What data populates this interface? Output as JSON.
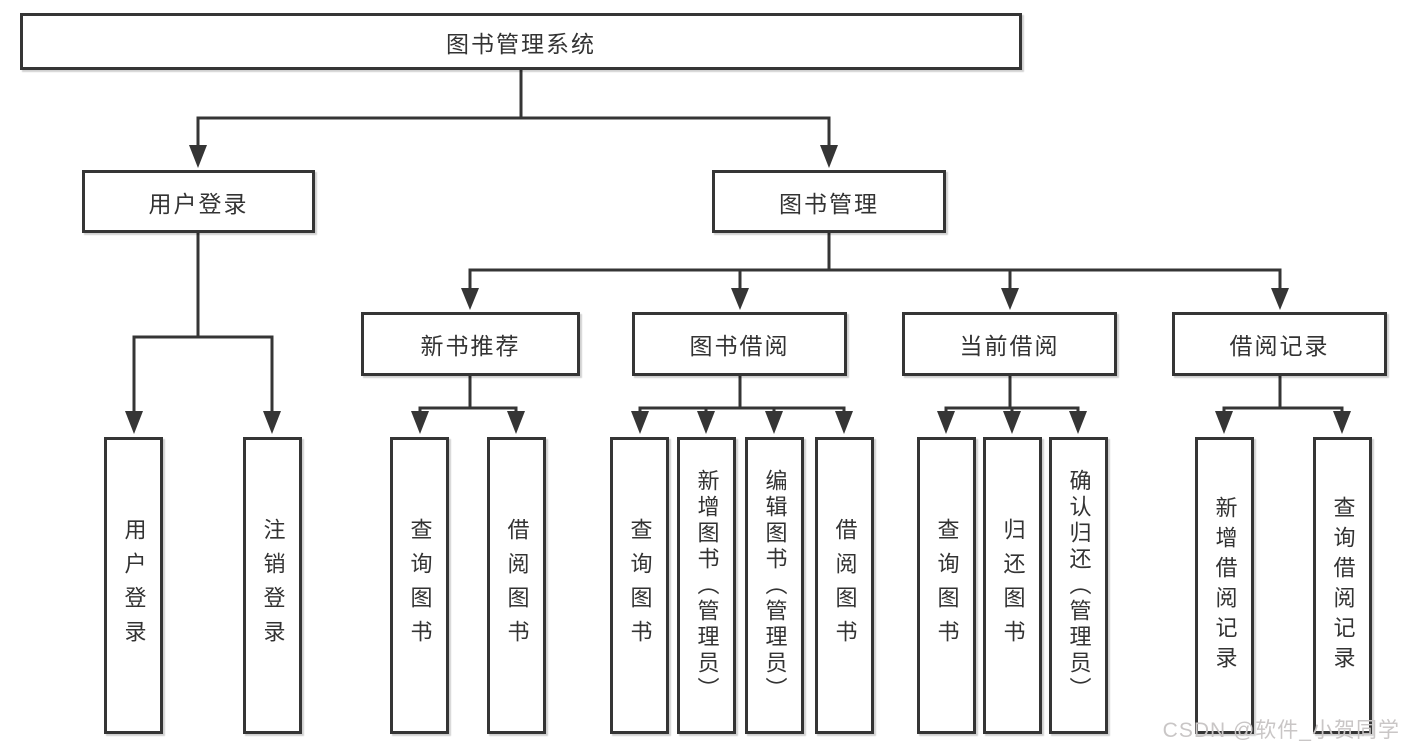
{
  "diagram": {
    "root": {
      "label": "图书管理系统"
    },
    "level2": [
      {
        "label": "用户登录",
        "leaves": [
          "用户登录",
          "注销登录"
        ]
      },
      {
        "label": "图书管理",
        "groups": [
          {
            "label": "新书推荐",
            "leaves": [
              "查询图书",
              "借阅图书"
            ]
          },
          {
            "label": "图书借阅",
            "leaves": [
              "查询图书",
              "新增图书（管理员）",
              "编辑图书（管理员）",
              "借阅图书"
            ]
          },
          {
            "label": "当前借阅",
            "leaves": [
              "查询图书",
              "归还图书",
              "确认归还（管理员）"
            ]
          },
          {
            "label": "借阅记录",
            "leaves": [
              "新增借阅记录",
              "查询借阅记录"
            ]
          }
        ]
      }
    ]
  },
  "watermark": {
    "text": "CSDN @软件_小贺同学"
  },
  "colors": {
    "line": "#353535",
    "text": "#333333",
    "watermark": "#c9c6c6",
    "background": "#ffffff"
  }
}
